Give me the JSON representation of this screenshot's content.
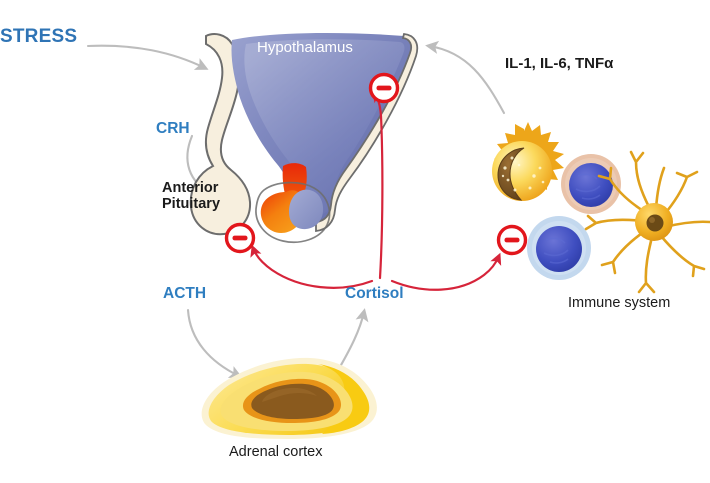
{
  "figure": {
    "title_visible": false,
    "background_color": "#ffffff"
  },
  "labels": {
    "stress": "STRESS",
    "crh": "CRH",
    "acth": "ACTH",
    "cortisol": "Cortisol",
    "hypothalamus": "Hypothalamus",
    "anterior_pituitary": "Anterior\nPituitary",
    "cytokines": "IL-1, IL-6, TNFα",
    "immune_system": "Immune system",
    "adrenal_cortex": "Adrenal cortex"
  },
  "colors": {
    "stress_blue": "#2f74b5",
    "hormone_blue": "#2f7ec0",
    "label_black": "#1b1b1b",
    "hypothalamus_blue": "#7b85bd",
    "hypothalamus_blue_dark": "#5a64a8",
    "pituitary_cream": "#f5ecd9",
    "pituitary_anterior_orange": "#f07c18",
    "pituitary_stalk_red": "#e8380d",
    "pituitary_posterior_blue": "#8e97c6",
    "adrenal_outer_cream": "#fbf0cb",
    "adrenal_yellow": "#fcd93a",
    "adrenal_midyellow": "#f9dc72",
    "adrenal_orange": "#e8921a",
    "adrenal_medulla_brown": "#8a5a1e",
    "inhibition_red": "#e2161c",
    "pathway_red": "#d6243a",
    "arrow_gray": "#bdbdbd",
    "macrophage_gold": "#f0a81e",
    "macrophage_nucleus_brown": "#7c5524",
    "lymphocyte_nucleus_blue": "#3a4bbd",
    "lymphocyte_cyto_tan": "#e8c0a6",
    "lymphocyte_cyto_blue": "#bdd4ec",
    "neuron_gold": "#e9a51c",
    "neuron_nucleus_brown": "#6b4a16"
  },
  "nodes": [
    {
      "id": "stress",
      "name": "STRESS",
      "type": "stimulus"
    },
    {
      "id": "hypothalamus",
      "name": "Hypothalamus",
      "type": "organ"
    },
    {
      "id": "anterior_pituitary",
      "name": "Anterior Pituitary",
      "type": "organ"
    },
    {
      "id": "adrenal_cortex",
      "name": "Adrenal cortex",
      "type": "organ"
    },
    {
      "id": "immune_system",
      "name": "Immune system",
      "type": "system"
    }
  ],
  "edges": [
    {
      "from": "stress",
      "to": "hypothalamus",
      "kind": "stimulate",
      "label": "",
      "color": "#bdbdbd"
    },
    {
      "from": "hypothalamus",
      "to": "anterior_pituitary",
      "kind": "stimulate",
      "label": "CRH",
      "color": "#bdbdbd"
    },
    {
      "from": "anterior_pituitary",
      "to": "adrenal_cortex",
      "kind": "stimulate",
      "label": "ACTH",
      "color": "#bdbdbd"
    },
    {
      "from": "adrenal_cortex",
      "to": "cortisol",
      "kind": "secrete",
      "label": "Cortisol",
      "color": "#bdbdbd"
    },
    {
      "from": "immune_system",
      "to": "hypothalamus",
      "kind": "stimulate",
      "label": "IL-1, IL-6, TNFα",
      "color": "#bdbdbd"
    },
    {
      "from": "cortisol",
      "to": "hypothalamus",
      "kind": "inhibit",
      "label": "−",
      "color": "#d6243a"
    },
    {
      "from": "cortisol",
      "to": "anterior_pituitary",
      "kind": "inhibit",
      "label": "−",
      "color": "#d6243a"
    },
    {
      "from": "cortisol",
      "to": "immune_system",
      "kind": "inhibit",
      "label": "−",
      "color": "#d6243a"
    }
  ],
  "inhibition_markers": [
    {
      "id": "inhibit-hypothalamus",
      "symbol": "−",
      "target": "hypothalamus"
    },
    {
      "id": "inhibit-pituitary",
      "symbol": "−",
      "target": "anterior_pituitary"
    },
    {
      "id": "inhibit-immune",
      "symbol": "−",
      "target": "immune_system"
    }
  ],
  "immune_cells": [
    {
      "id": "macrophage",
      "name": "macrophage"
    },
    {
      "id": "lymphocyte-tan",
      "name": "lymphocyte"
    },
    {
      "id": "lymphocyte-blue",
      "name": "lymphocyte"
    },
    {
      "id": "microglia",
      "name": "microglia-neuron"
    }
  ]
}
